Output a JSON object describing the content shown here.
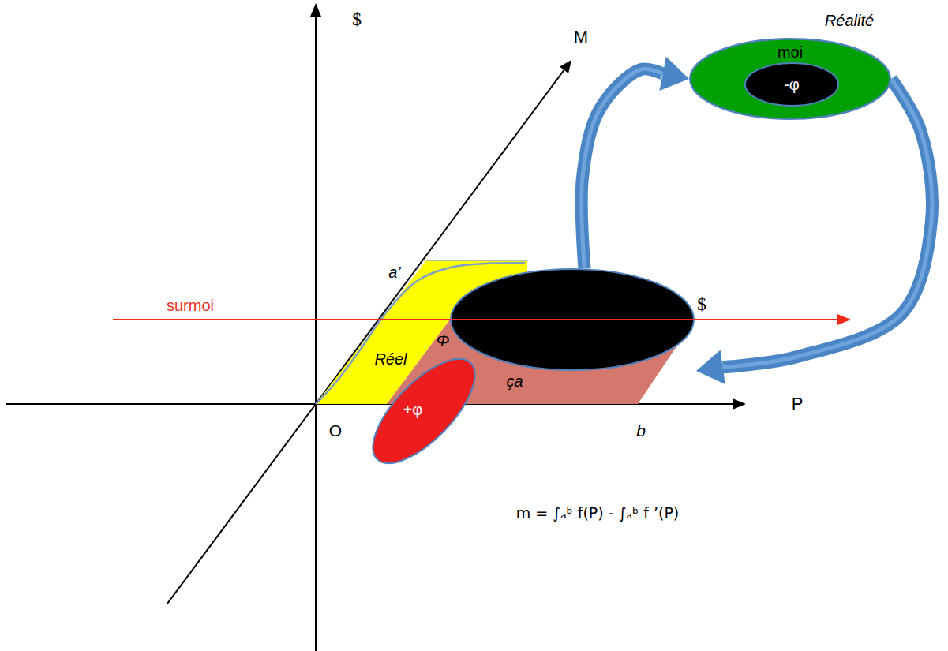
{
  "diagram": {
    "nodes": [
      {
        "text": [
          "moi"
        ]
      },
      {
        "text": [
          "-φ"
        ],
        "in": 0
      },
      {
        "text": [
          "$"
        ]
      },
      {
        "text": [
          "Réel"
        ]
      },
      {
        "text": [
          "ça"
        ]
      },
      {
        "text": [
          "+φ"
        ]
      }
    ],
    "edges": [
      {
        "from": 2,
        "to": 0,
        "arrow": "to"
      },
      {
        "from": 0,
        "to": 4,
        "arrow": "to"
      }
    ],
    "labels": [
      "$",
      "M",
      "Réalité",
      "a’",
      "surmoi",
      "Φ",
      "O",
      "b",
      "P",
      "m = ∫ₐᵇ f(P) - ∫ₐᵇ f ’(P)"
    ]
  }
}
